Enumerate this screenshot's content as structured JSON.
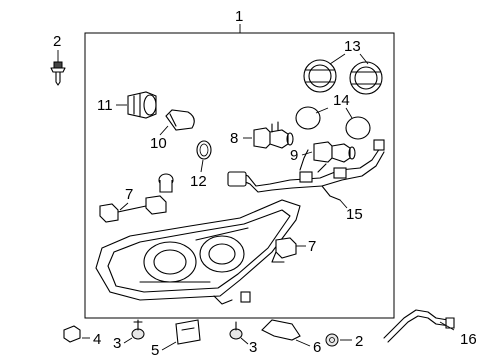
{
  "callouts": {
    "c1": "1",
    "c2a": "2",
    "c2b": "2",
    "c3a": "3",
    "c3b": "3",
    "c4": "4",
    "c5": "5",
    "c6": "6",
    "c7a": "7",
    "c7b": "7",
    "c8": "8",
    "c9": "9",
    "c10": "10",
    "c11": "11",
    "c12": "12",
    "c13": "13",
    "c14": "14",
    "c15": "15",
    "c16": "16"
  }
}
